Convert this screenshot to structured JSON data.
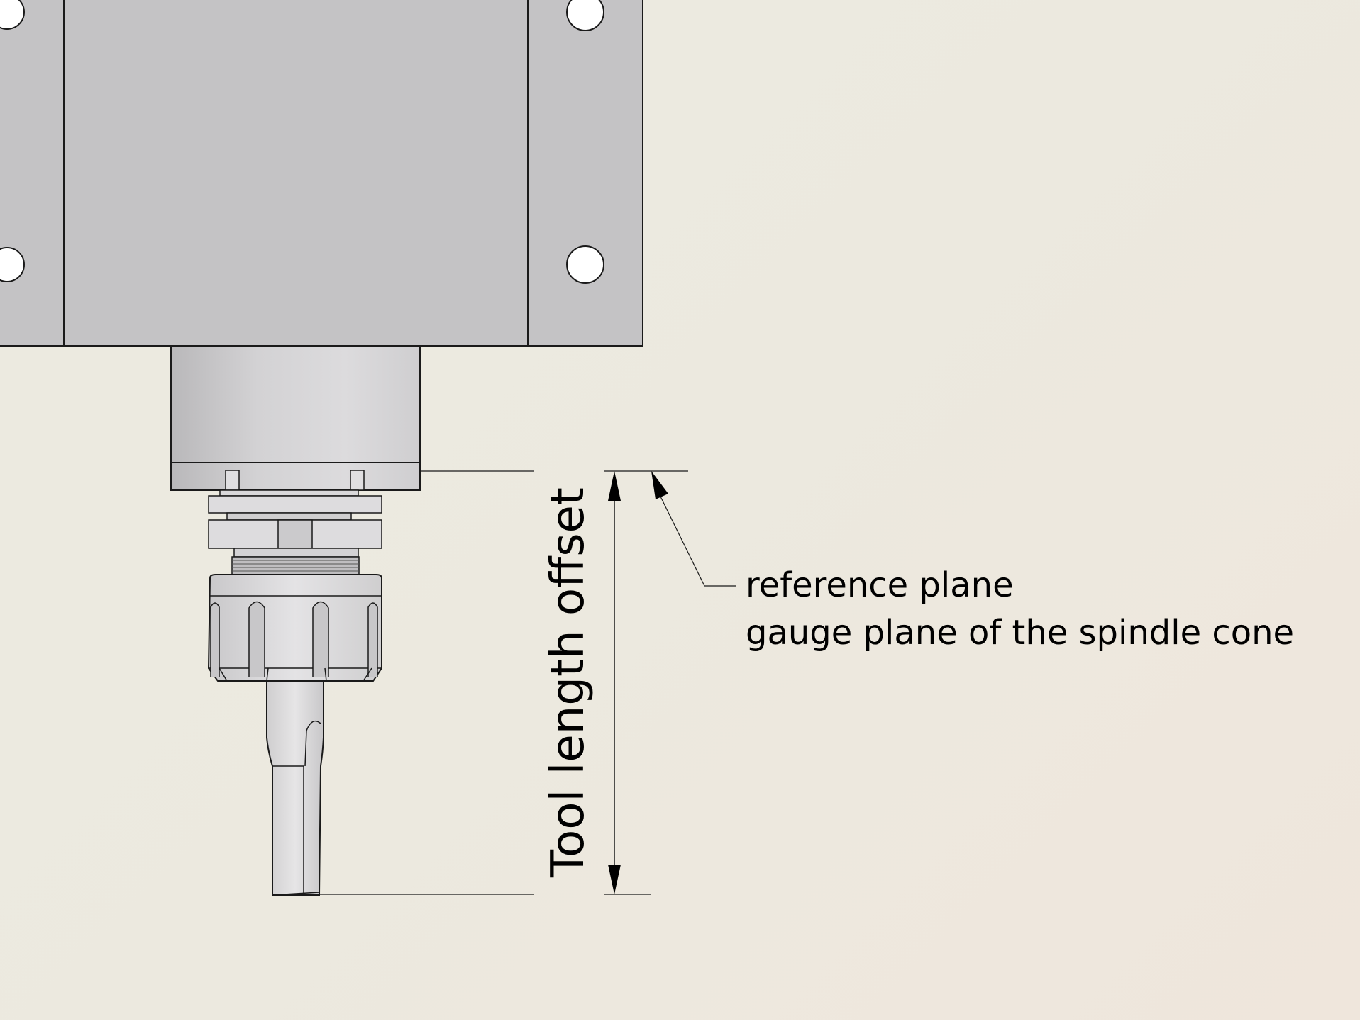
{
  "diagram": {
    "dimension_label": "Tool length offset",
    "annotation": {
      "line1": "reference plane",
      "line2": "gauge plane of the spindle cone"
    },
    "colors": {
      "background": "#ece9df",
      "housing": "#c4c3c5",
      "housing_light": "#d2d1d3",
      "outline": "#1a1a1a",
      "hole": "#ffffff"
    }
  }
}
